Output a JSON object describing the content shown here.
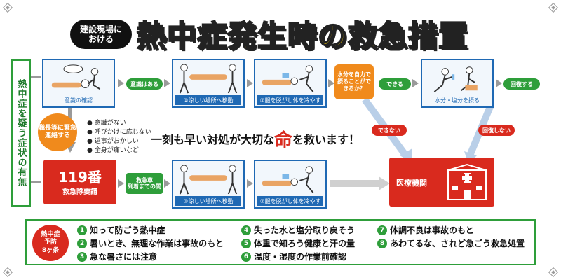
{
  "header": {
    "badge_line1": "建設現場に",
    "badge_line2": "おける",
    "title": "熱中症発生時の救急措置"
  },
  "sidebar": {
    "label": "熱中症を疑う症状の有無"
  },
  "top_flow": {
    "card1_caption": "意識の確認",
    "tag_conscious": "意識はある",
    "card2_caption": "①涼しい場所へ移動",
    "card3_caption": "②服を脱がし体を冷やす",
    "question": "水分を自力で摂ることができるか？",
    "tag_can": "できる",
    "card4_caption": "水分・塩分を摂る",
    "tag_recovered": "回復する",
    "tag_cannot": "できない",
    "tag_not_recovered": "回復しない"
  },
  "middle": {
    "contact": "職長等に緊急連絡する",
    "symptoms": [
      "意識がない",
      "呼びかけに応じない",
      "返事がおかしい",
      "全身が痛いなど"
    ],
    "slogan_before": "一刻も早い対処が大切な",
    "slogan_big": "命",
    "slogan_after": "を救います！"
  },
  "bottom_flow": {
    "call_number": "119番",
    "call_label": "救急隊要請",
    "wait_tag_line1": "救急車",
    "wait_tag_line2": "到着までの間",
    "card5_caption": "①涼しい場所へ移動",
    "card6_caption": "②服を脱がし体を冷やす",
    "medical": "医療機関"
  },
  "prevention": {
    "badge_line1": "熱中症",
    "badge_line2": "予防",
    "badge_line3": "8ヶ条",
    "tips": [
      {
        "num": "1",
        "text": "知って防ごう熱中症"
      },
      {
        "num": "2",
        "text": "暑いとき、無理な作業は事故のもと"
      },
      {
        "num": "3",
        "text": "急な暑さには注意"
      },
      {
        "num": "4",
        "text": "失った水と塩分取り戻そう"
      },
      {
        "num": "5",
        "text": "体重で知ろう健康と汗の量"
      },
      {
        "num": "6",
        "text": "温度・湿度の作業前確認"
      },
      {
        "num": "7",
        "text": "体調不良は事故のもと"
      },
      {
        "num": "8",
        "text": "あわてるな、されど急ごう救急処置"
      }
    ]
  },
  "colors": {
    "title_yellow": "#fdd000",
    "flow_blue": "#1f69b4",
    "yes_green": "#2e9e3a",
    "alert_red": "#d92a1e",
    "question_orange": "#f08a1c"
  },
  "icons": [
    "person-lying-icon",
    "carry-person-icon",
    "cooling-person-icon",
    "drinking-person-icon",
    "hospital-icon"
  ]
}
